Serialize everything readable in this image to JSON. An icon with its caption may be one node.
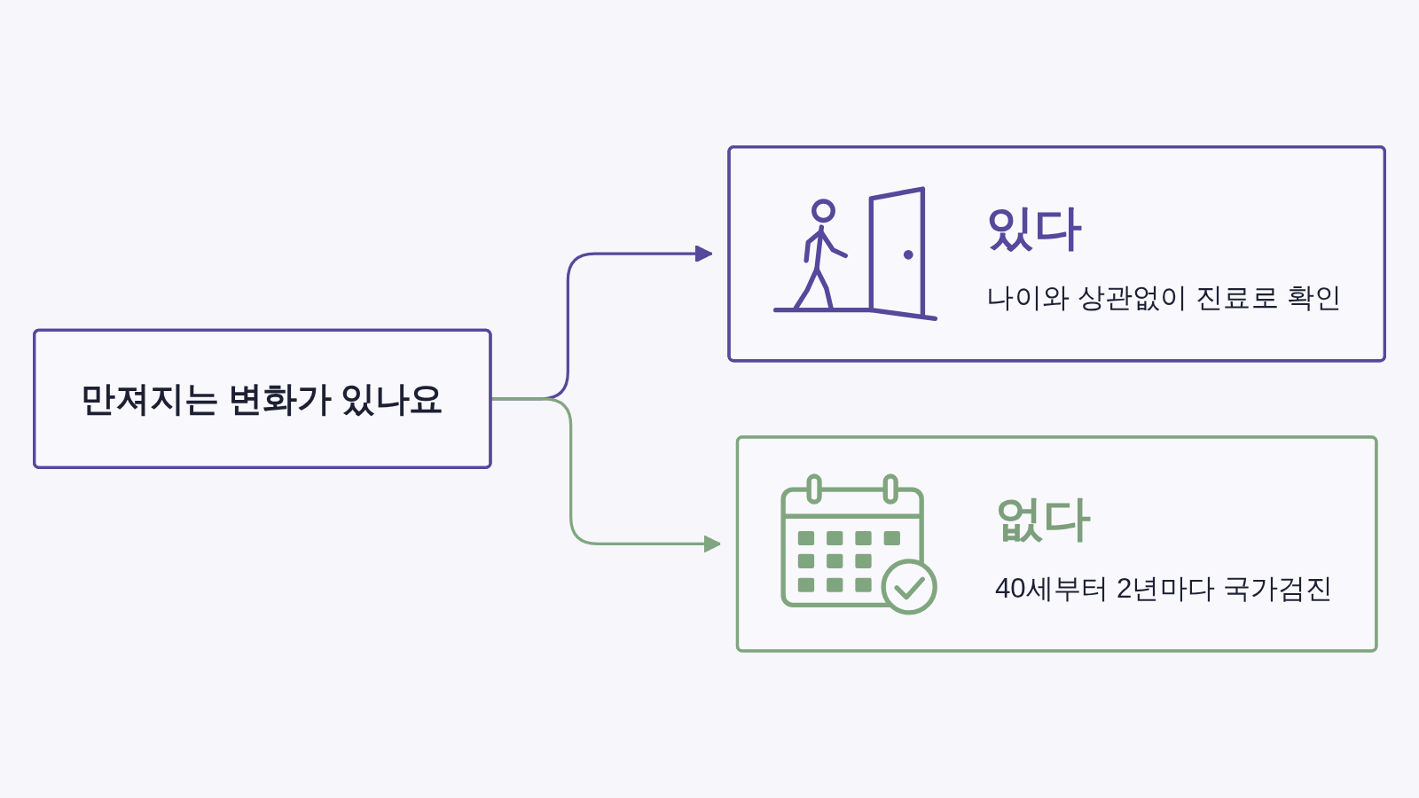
{
  "diagram": {
    "nodes": [
      {
        "text": [
          "만져지는 변화가 있나요"
        ]
      },
      {
        "text": [
          "있다",
          "나이와 상관없이 진료로 확인"
        ]
      },
      {
        "text": [
          "없다",
          "40세부터 2년마다 국가검진"
        ]
      }
    ],
    "edges": [
      {
        "from": 0,
        "to": 1,
        "arrow": "to",
        "color": "#56489b"
      },
      {
        "from": 0,
        "to": 2,
        "arrow": "to",
        "color": "#80a67f"
      }
    ]
  }
}
